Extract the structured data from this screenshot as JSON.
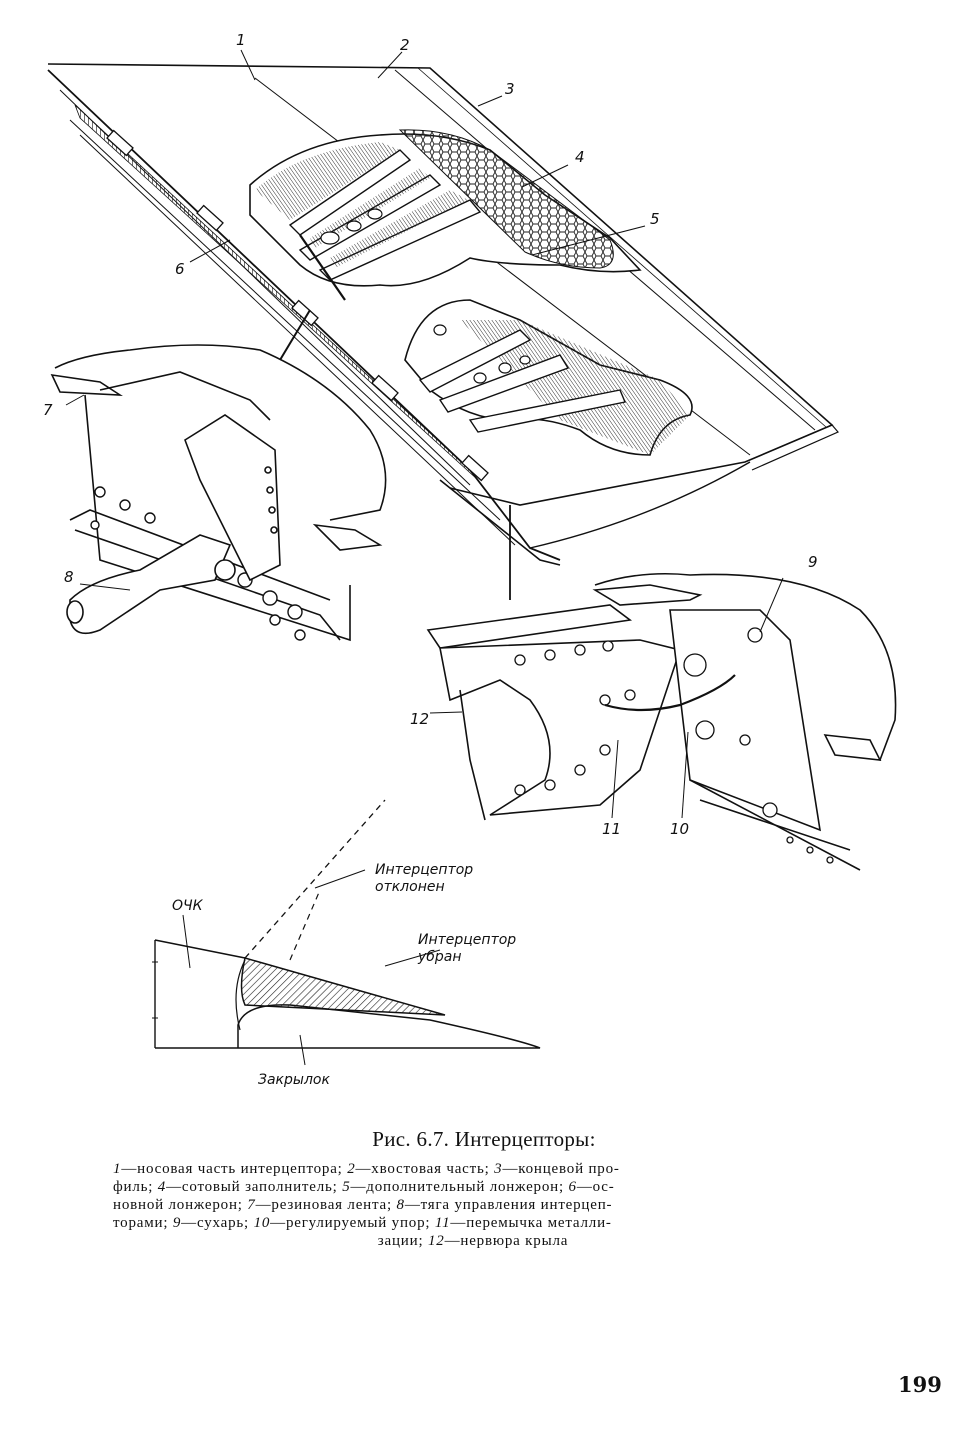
{
  "figure": {
    "labels": {
      "l1": "1",
      "l2": "2",
      "l3": "3",
      "l4": "4",
      "l5": "5",
      "l6": "6",
      "l7": "7",
      "l8": "8",
      "l9": "9",
      "l10": "10",
      "l11": "11",
      "l12": "12"
    },
    "section": {
      "ochk": "ОЧК",
      "deflected_line1": "Интерцептор",
      "deflected_line2": "отклонен",
      "retracted_line1": "Интерцептор",
      "retracted_line2": "убран",
      "flap": "Закрылок"
    }
  },
  "caption": {
    "title": "Рис. 6.7. Интерцепторы:",
    "lines": [
      [
        "1",
        "—носовая часть интерцептора; ",
        "2",
        "—хвостовая часть; ",
        "3",
        "—концевой про-"
      ],
      [
        "",
        "филь; ",
        "4",
        "—сотовый заполнитель; ",
        "5",
        "—дополнительный лонжерон; ",
        "6",
        "—ос-"
      ],
      [
        "",
        "новной лонжерон; ",
        "7",
        "—резиновая лента; ",
        "8",
        "—тяга управления интерцеп-"
      ],
      [
        "",
        "торами; ",
        "9",
        "—сухарь; ",
        "10",
        "—регулируемый упор; ",
        "11",
        "—перемычка металли-"
      ],
      [
        "",
        "зации; ",
        "12",
        "—нервюра крыла"
      ]
    ]
  },
  "page_number": "199"
}
